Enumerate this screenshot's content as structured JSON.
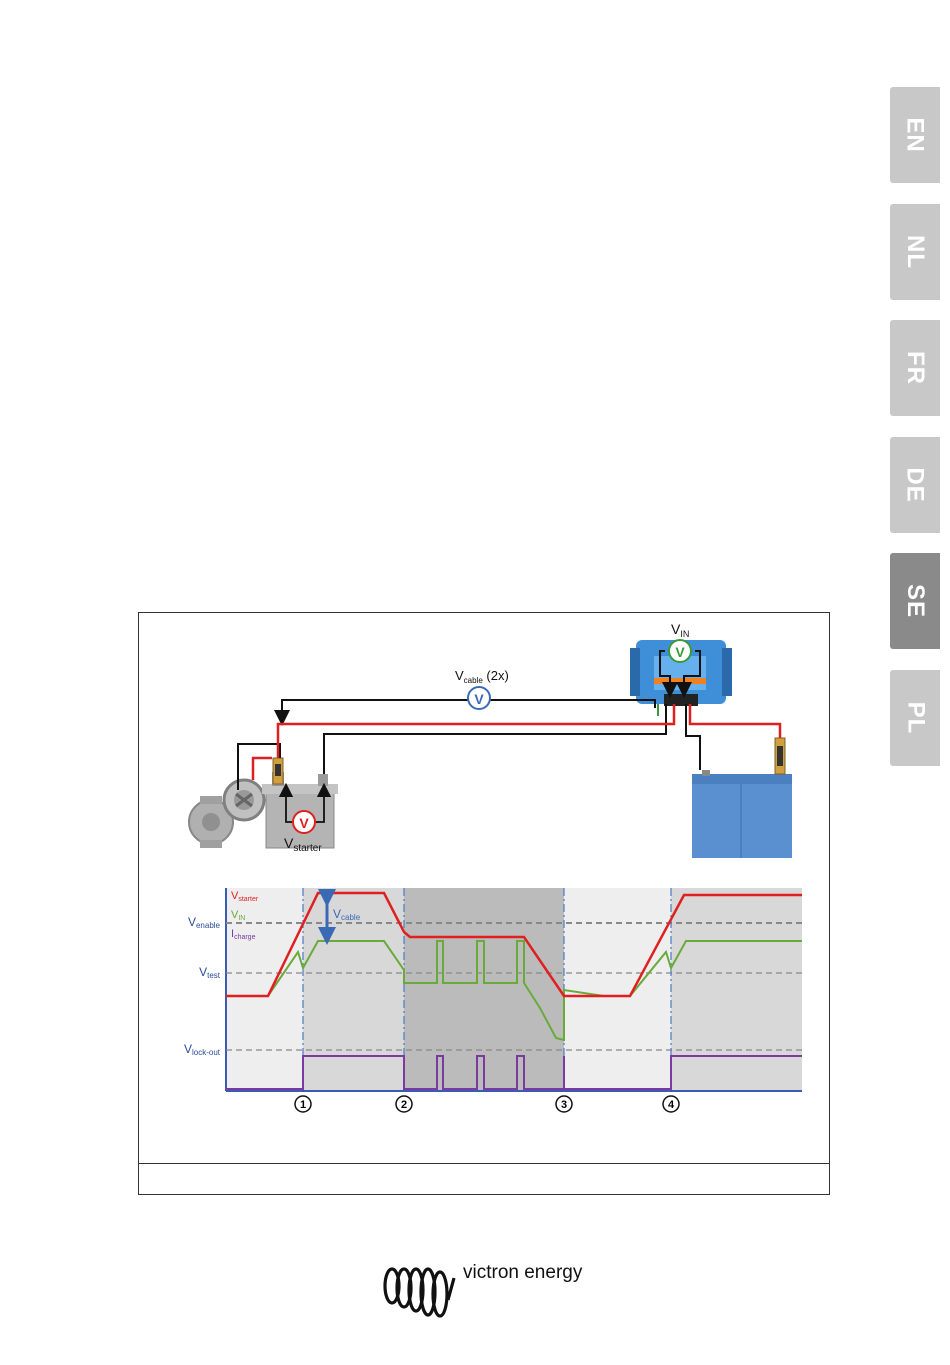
{
  "language_tabs": [
    {
      "label": "EN",
      "active": false
    },
    {
      "label": "NL",
      "active": false
    },
    {
      "label": "FR",
      "active": false
    },
    {
      "label": "DE",
      "active": false
    },
    {
      "label": "SE",
      "active": true
    },
    {
      "label": "PL",
      "active": false
    }
  ],
  "diagram": {
    "vin_label": {
      "main": "V",
      "sub": "IN"
    },
    "vcable_label": {
      "main": "V",
      "sub": "cable",
      "suffix": " (2x)"
    },
    "vstarter_label": {
      "main": "V",
      "sub": "starter"
    },
    "meter_symbol": "V"
  },
  "chart": {
    "legend": {
      "vstarter": {
        "main": "V",
        "sub": "starter"
      },
      "vin": {
        "main": "V",
        "sub": "IN"
      },
      "icharge": {
        "main": "I",
        "sub": "charge"
      }
    },
    "vcable_annotation": {
      "main": "V",
      "sub": "cable"
    },
    "levels": {
      "venable": {
        "main": "V",
        "sub": "enable"
      },
      "vtest": {
        "main": "V",
        "sub": "test"
      },
      "vlockout": {
        "main": "V",
        "sub": "lock-out"
      }
    },
    "markers": [
      "1",
      "2",
      "3",
      "4"
    ],
    "colors": {
      "vstarter": "#e02020",
      "vin": "#6aaa3a",
      "icharge": "#7a3aa0",
      "axis": "#3a5ab4",
      "markerline": "#4a7ac8"
    }
  },
  "footer": {
    "brand": "victron energy"
  }
}
